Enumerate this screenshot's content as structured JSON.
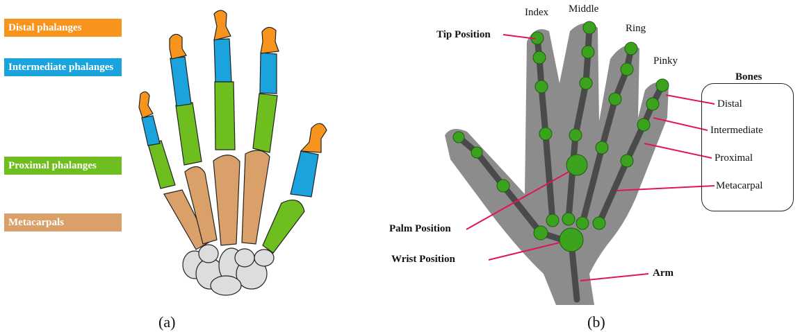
{
  "panel_a": {
    "caption": "(a)",
    "legend": [
      {
        "key": "distal",
        "label": "Distal phalanges",
        "color": "#F7941D"
      },
      {
        "key": "intermediate",
        "label": "Intermediate phalanges",
        "color": "#1BA3DD"
      },
      {
        "key": "proximal",
        "label": "Proximal phalanges",
        "color": "#6DBE1E"
      },
      {
        "key": "metacarpals",
        "label": "Metacarpals",
        "color": "#D9A06A"
      }
    ]
  },
  "panel_b": {
    "caption": "(b)",
    "fingers": {
      "index": "Index",
      "middle": "Middle",
      "ring": "Ring",
      "pinky": "Pinky"
    },
    "points": {
      "tip": "Tip Position",
      "palm": "Palm Position",
      "wrist": "Wrist Position",
      "arm": "Arm"
    },
    "bones_title": "Bones",
    "bones": [
      "Distal",
      "Intermediate",
      "Proximal",
      "Metacarpal"
    ],
    "colors": {
      "pointer": "#E0145A",
      "joint": "#3BA21E",
      "hand": "#8C8C8C"
    }
  }
}
